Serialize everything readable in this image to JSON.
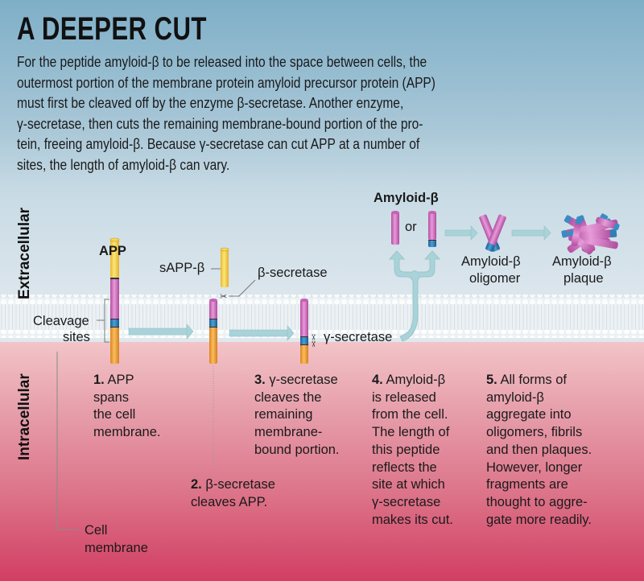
{
  "header": {
    "title": "A DEEPER CUT",
    "intro_lines": [
      "For the peptide amyloid-β to be released into the space between cells, the",
      "outermost portion of the membrane protein amyloid precursor protein (APP)",
      "must first be cleaved off by the enzyme β-secretase. Another enzyme,",
      "γ-secretase, then cuts the remaining membrane-bound portion of the pro-",
      "tein, freeing amyloid-β. Because γ-secretase can cut APP at a number of",
      "sites, the length of amyloid-β can vary."
    ]
  },
  "regions": {
    "extracellular": "Extracellular",
    "intracellular": "Intracellular"
  },
  "labels": {
    "app": "APP",
    "sapp_beta": "sAPP-β",
    "beta_secretase": "β-secretase",
    "gamma_secretase": "γ-secretase",
    "cleavage_sites": [
      "Cleavage",
      "sites"
    ],
    "amyloid_beta": "Amyloid-β",
    "or": "or",
    "oligomer": [
      "Amyloid-β",
      "oligomer"
    ],
    "plaque": [
      "Amyloid-β",
      "plaque"
    ],
    "cell_membrane": [
      "Cell",
      "membrane"
    ]
  },
  "steps": [
    {
      "num": "1.",
      "lines": [
        " APP",
        "spans",
        "the cell",
        "membrane."
      ]
    },
    {
      "num": "2.",
      "lines": [
        " β-secretase",
        "cleaves APP."
      ]
    },
    {
      "num": "3.",
      "lines": [
        " γ-secretase",
        "cleaves the",
        "remaining",
        "membrane-",
        "bound portion."
      ]
    },
    {
      "num": "4.",
      "lines": [
        " Amyloid-β",
        "is released",
        "from the cell.",
        "The length of",
        "this peptide",
        "reflects the",
        "site at which",
        "γ-secretase",
        "makes its cut."
      ]
    },
    {
      "num": "5.",
      "lines": [
        " All forms of",
        "amyloid-β",
        "aggregate into",
        "oligomers, fibrils",
        "and then plaques.",
        "However, longer",
        "fragments are",
        "thought to aggre-",
        "gate more readily."
      ]
    }
  ],
  "colors": {
    "yellow": "#f3d04a",
    "magenta": "#d36fc0",
    "blue": "#2f7fb6",
    "orange": "#f0a23a",
    "arrow": "#a9d3d8"
  }
}
